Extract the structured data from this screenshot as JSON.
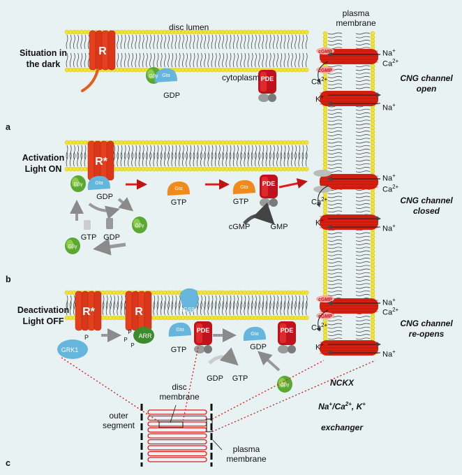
{
  "labels": {
    "disc_lumen": "disc lumen",
    "plasma_membrane_top": "plasma\nmembrane",
    "cytoplasm": "cytoplasm",
    "disc_membrane": "disc\nmembrane",
    "outer_segment": "outer\nsegment",
    "plasma_membrane_bottom": "plasma\nmembrane",
    "nckx": "NCKX\nNa+/Ca2+, K+\nexchanger"
  },
  "panels": {
    "a": {
      "letter": "a",
      "title": "Situation in\nthe dark",
      "channel_state": "CNG channel\nopen"
    },
    "b": {
      "letter": "b",
      "title": "Activation\nLight ON",
      "channel_state": "CNG channel\nclosed"
    },
    "c": {
      "letter": "c",
      "title": "Deactivation\nLight OFF",
      "channel_state": "CNG channel\nre-opens"
    }
  },
  "molecules": {
    "R": "R",
    "R_star": "R*",
    "PDE": "PDE",
    "GDP": "GDP",
    "GTP": "GTP",
    "cGMP": "cGMP",
    "GMP": "GMP",
    "ARR": "ARR",
    "GRK1": "GRK1",
    "RGS9": "RGS9",
    "P": "P",
    "G_beta_gamma": "Gβγ",
    "G_alpha": "Gtα",
    "alpha": "α",
    "beta": "β"
  },
  "ions": {
    "Na": "Na",
    "Ca": "Ca",
    "K": "K",
    "plus": "+",
    "two_plus": "2+"
  },
  "colors": {
    "background": "#e9f2f3",
    "receptor": "#e5401e",
    "transducin_alpha": "#f08a1c",
    "g_beta_gamma": "#5aa832",
    "pde": "#c0121d",
    "rgs9_arr": "#65b5dc",
    "channel": "#d62012",
    "headgroup": "#f1e433",
    "arrow": "#888888",
    "red_dotted": "#e21b1b"
  }
}
